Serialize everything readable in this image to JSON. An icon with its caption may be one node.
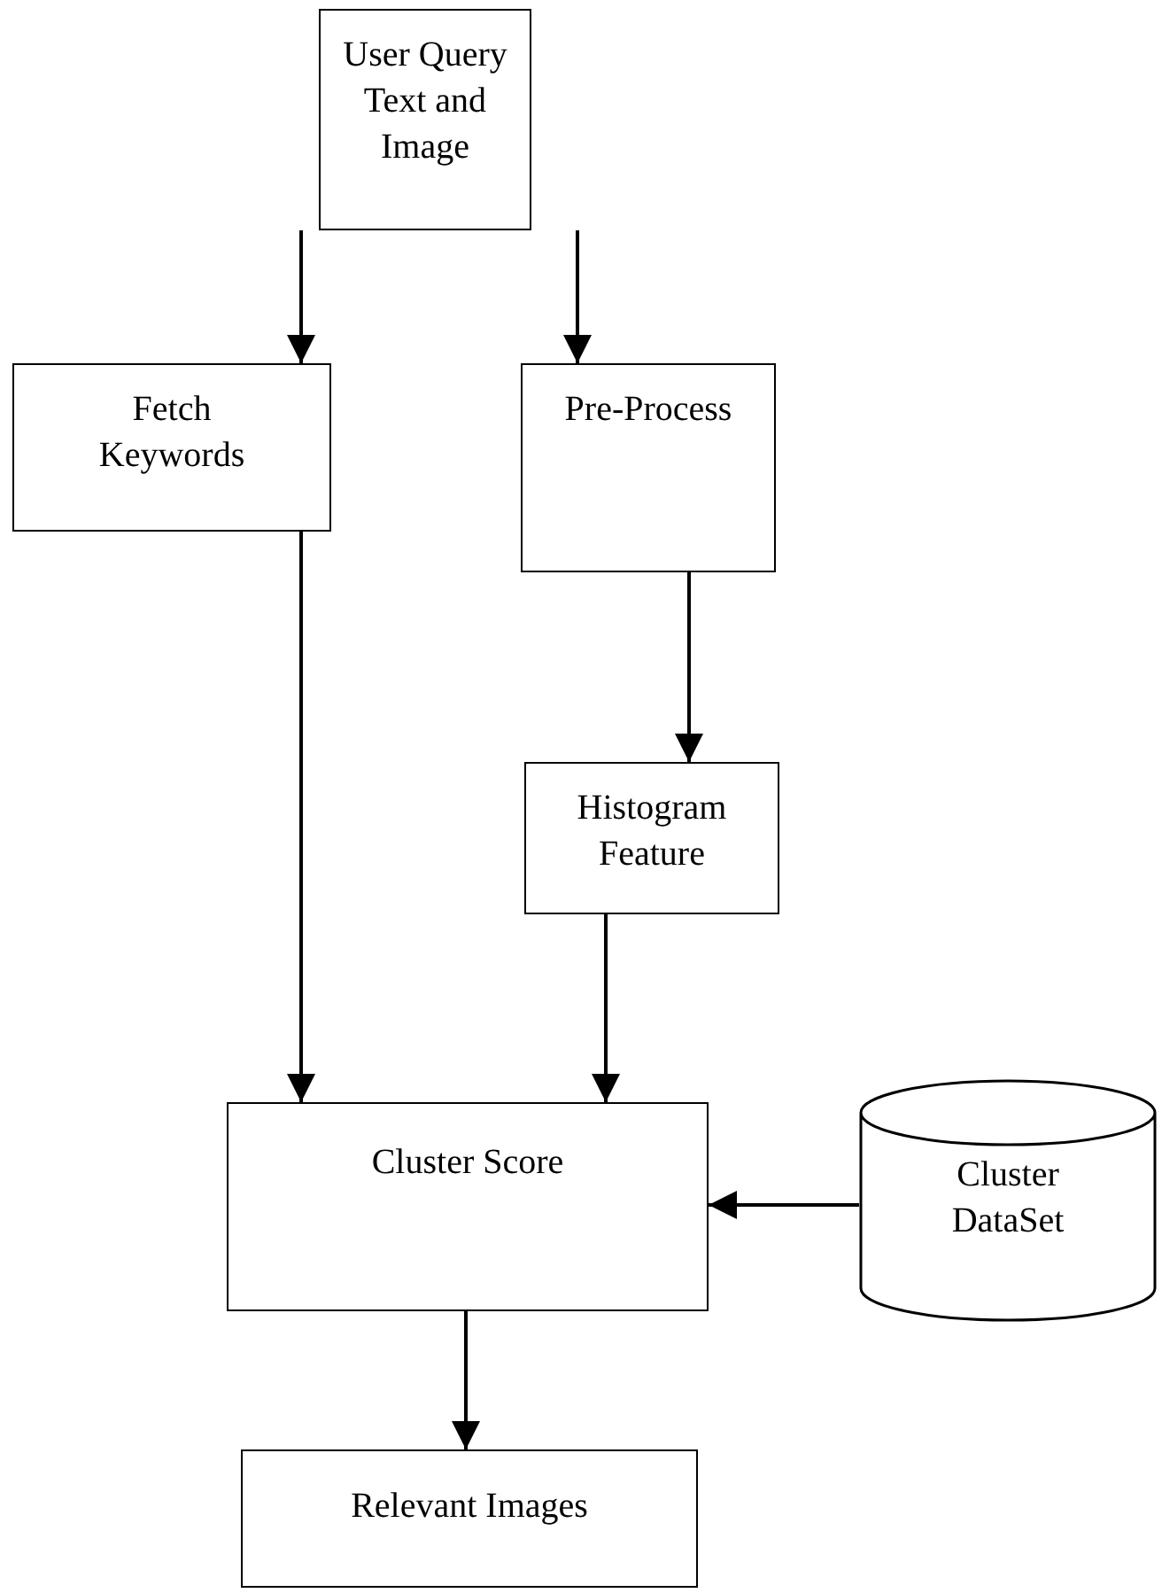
{
  "diagram": {
    "nodes": [
      {
        "text": [
          "User Query Text and Image"
        ]
      },
      {
        "text": [
          "Fetch Keywords"
        ]
      },
      {
        "text": [
          "Pre-Process"
        ]
      },
      {
        "text": [
          "Histogram Feature"
        ]
      },
      {
        "text": [
          "Cluster Score"
        ]
      },
      {
        "text": [
          "Cluster DataSet"
        ]
      },
      {
        "text": [
          "Relevant Images"
        ]
      }
    ],
    "edges": [
      {
        "from": 0,
        "to": 1,
        "arrow": "to"
      },
      {
        "from": 0,
        "to": 2,
        "arrow": "to"
      },
      {
        "from": 1,
        "to": 4,
        "arrow": "to"
      },
      {
        "from": 2,
        "to": 3,
        "arrow": "to"
      },
      {
        "from": 3,
        "to": 4,
        "arrow": "to"
      },
      {
        "from": 5,
        "to": 4,
        "arrow": "to"
      },
      {
        "from": 4,
        "to": 6,
        "arrow": "to"
      }
    ]
  }
}
